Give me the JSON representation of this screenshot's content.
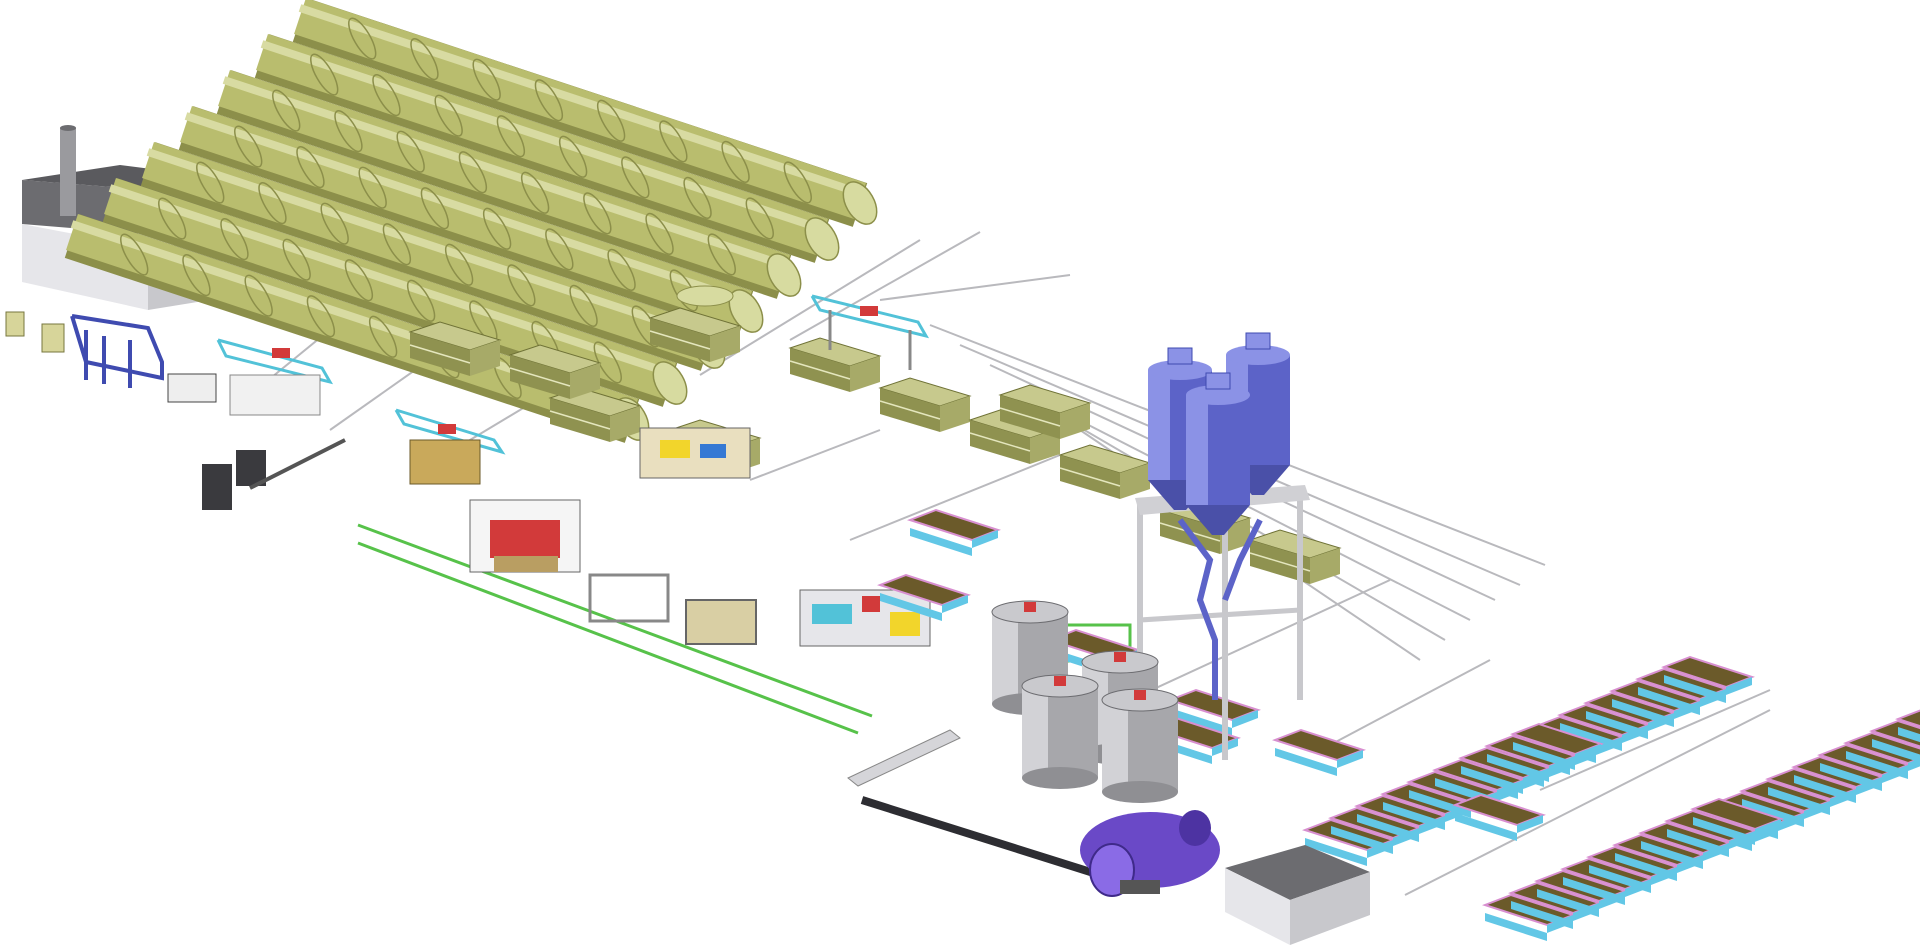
{
  "image": {
    "kind": "isometric 3D plant layout illustration",
    "printed_text": []
  },
  "colors": {
    "background": "#ffffff",
    "autoclave": "#b9bd6e",
    "autoclave_dark": "#8c8f4a",
    "autoclave_cap": "#d7dba0",
    "building_top": "#6c6c70",
    "building_side": "#c8c8cc",
    "building_front": "#e6e6ea",
    "silo": "#5c63c8",
    "silo_light": "#8b92e6",
    "tank": "#a7a7ab",
    "tank_light": "#d2d2d6",
    "mill": "#6a49c7",
    "frame": "#3f4bb0",
    "rail": "#b9b9bd",
    "green_rail": "#57c24a",
    "mold_body": "#6b5a2a",
    "mold_rim": "#d88fd0",
    "mold_base": "#62c7e6",
    "cake_top": "#c7c98d",
    "cake_side": "#8f9250",
    "machine_cyan": "#52c2d8",
    "machine_red": "#d23a3a",
    "machine_yellow": "#f2d52b",
    "machine_blue": "#3579d4"
  },
  "equipment": [
    {
      "id": "boiler-house",
      "type": "building with chimney"
    },
    {
      "id": "autoclaves",
      "type": "cylindrical autoclave vessels",
      "count": 7
    },
    {
      "id": "sand-silos",
      "type": "storage silos on steel frame",
      "count": 3
    },
    {
      "id": "slurry-tanks",
      "type": "cylindrical slurry tanks",
      "count": 4
    },
    {
      "id": "ball-mill",
      "type": "rotating ball mill"
    },
    {
      "id": "feed-conveyor",
      "type": "inclined belt conveyor"
    },
    {
      "id": "raw-material-house",
      "type": "low building"
    },
    {
      "id": "mould-carts",
      "type": "casting mould carts",
      "count": 40
    },
    {
      "id": "cutting-machine",
      "type": "cutting line machinery"
    },
    {
      "id": "tilting-crane",
      "type": "overhead gantry crane",
      "count": 3
    },
    {
      "id": "green-cake-stacks",
      "type": "curing cake stacks",
      "count": 12
    },
    {
      "id": "packing-frame",
      "type": "blue steel packing frame"
    },
    {
      "id": "pallets",
      "type": "finished block pallets",
      "count": 5
    }
  ]
}
